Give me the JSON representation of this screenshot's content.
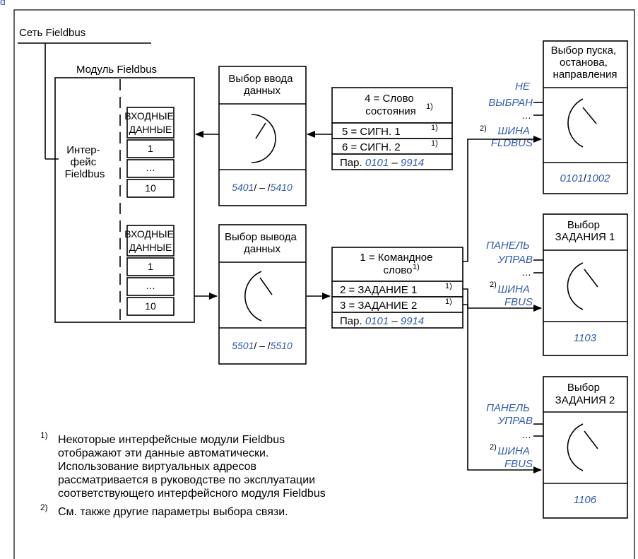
{
  "colors": {
    "link_param": "#2f5bb0",
    "line": "#000000"
  },
  "network_label": "Сеть Fieldbus",
  "module": {
    "title": "Модуль Fieldbus",
    "interface_lines": [
      "Интер-",
      "фейс",
      "Fieldbus"
    ],
    "input_header": [
      "ВХОДНЫЕ",
      "ДАННЫЕ"
    ],
    "input_rows": [
      "1",
      "…",
      "10"
    ],
    "output_header": [
      "ВХОДНЫЕ",
      "ДАННЫЕ"
    ],
    "output_rows": [
      "1",
      "…",
      "10"
    ]
  },
  "input_select": {
    "title": [
      "Выбор ввода",
      "данных"
    ],
    "param_pre": "5401",
    "param_mid": "/ – /",
    "param_post": "5410"
  },
  "output_select": {
    "title": [
      "Выбор вывода",
      "данных"
    ],
    "param_pre": "5501",
    "param_mid": "/ – /",
    "param_post": "5510"
  },
  "status_list": {
    "row1": [
      "4 = Слово",
      "состояния"
    ],
    "row1_sup": "1)",
    "row2": "5 = СИГН. 1",
    "row2_sup": "1)",
    "row3": "6 = СИГН. 2",
    "row3_sup": "1)",
    "row4_prefix": "Пар.",
    "row4_from": "0101",
    "row4_dash": "–",
    "row4_to": "9914"
  },
  "command_list": {
    "row1": [
      "1 = Командное",
      "слово"
    ],
    "row1_sup": "1)",
    "row2": "2 = ЗАДАНИЕ 1",
    "row2_sup": "1)",
    "row3": "3 = ЗАДАНИЕ 2",
    "row3_sup": "1)",
    "row4_prefix": "Пар.",
    "row4_from": "0101",
    "row4_dash": "–",
    "row4_to": "9914"
  },
  "start_select": {
    "title": [
      "Выбор пуска,",
      "останова,",
      "направления"
    ],
    "opt1": [
      "НЕ",
      "ВЫБРАН"
    ],
    "dots": "…",
    "sup": "2)",
    "opt2": [
      "ШИНА",
      "FLDBUS"
    ],
    "param_a": "0101",
    "param_slash": "/",
    "param_b": "1002"
  },
  "ref1_select": {
    "title": [
      "Выбор",
      "ЗАДАНИЯ 1"
    ],
    "opt1": [
      "ПАНЕЛЬ",
      "УПРАВ"
    ],
    "dots": "…",
    "sup": "2)",
    "opt2": [
      "ШИНА",
      "FBUS"
    ],
    "param": "1103"
  },
  "ref2_select": {
    "title": [
      "Выбор",
      "ЗАДАНИЯ 2"
    ],
    "opt1": [
      "ПАНЕЛЬ",
      "УПРАВ"
    ],
    "dots": "…",
    "sup": "2)",
    "opt2": [
      "ШИНА",
      "FBUS"
    ],
    "param": "1106"
  },
  "notes": {
    "note1_marker": "1)",
    "note1_lines": [
      "Некоторые интерфейсные модули Fieldbus",
      "отображают эти данные автоматически.",
      "Использование виртуальных адресов",
      "рассматривается в руководстве по эксплуатации",
      "соответствующего интерфейсного модуля Fieldbus"
    ],
    "note2_marker": "2)",
    "note2_text": "См. также другие параметры выбора связи."
  }
}
